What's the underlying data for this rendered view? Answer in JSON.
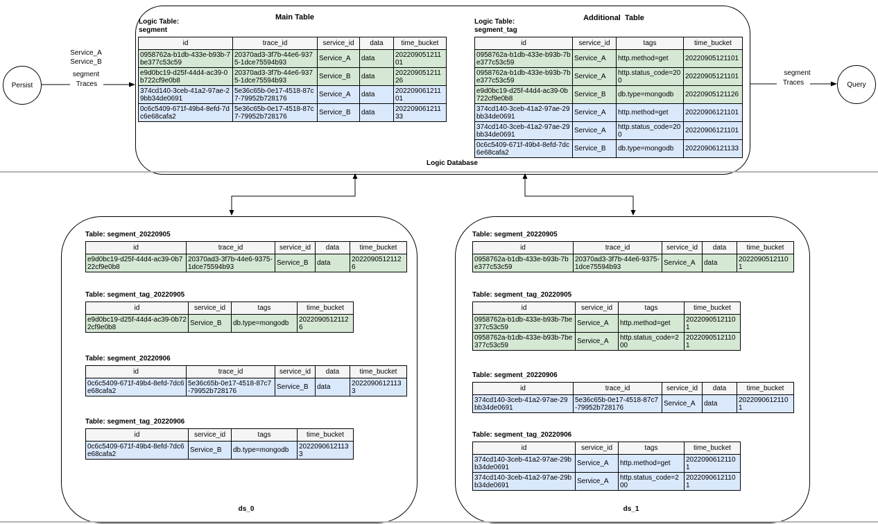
{
  "colors": {
    "row_green": "#d5e8d4",
    "row_blue": "#dae8fc",
    "header_fill": "#f5f5f5",
    "border": "#000000",
    "page_line": "#b3b3b3"
  },
  "persist_node": {
    "label": "Persist"
  },
  "query_node": {
    "label": "Query"
  },
  "persist_flow": {
    "line1": "Service_A",
    "line2": "Service_B",
    "line3": "segment",
    "edge_label": "Traces"
  },
  "query_flow": {
    "line1": "segment",
    "edge_label": "Traces"
  },
  "logic_database": {
    "caption": "Logic Database",
    "main": {
      "section_title": "Main Table",
      "logic_label": "Logic Table:",
      "logic_name": "segment",
      "table": {
        "headers": [
          "id",
          "trace_id",
          "service_id",
          "data",
          "time_bucket"
        ],
        "rows": [
          {
            "tint": "green",
            "cells": [
              "0958762a-b1db-433e-b93b-7be377c53c59",
              "20370ad3-3f7b-44e6-9375-1dce75594b93",
              "Service_A",
              "data",
              "20220905121101"
            ]
          },
          {
            "tint": "green",
            "cells": [
              "e9d0bc19-d25f-44d4-ac39-0b722cf9e0b8",
              "20370ad3-3f7b-44e6-9375-1dce75594b93",
              "Service_B",
              "data",
              "20220905121126"
            ]
          },
          {
            "tint": "blue",
            "cells": [
              "374cd140-3ceb-41a2-97ae-29bb34de0691",
              "5e36c65b-0e17-4518-87c7-79952b728176",
              "Service_A",
              "data",
              "20220906121101"
            ]
          },
          {
            "tint": "blue",
            "cells": [
              "0c6c5409-671f-49b4-8efd-7dc6e68cafa2",
              "5e36c65b-0e17-4518-87c7-79952b728176",
              "Service_B",
              "data",
              "20220906121133"
            ]
          }
        ]
      }
    },
    "additional": {
      "section_title": "Additional  Table",
      "logic_label": "Logic Table:",
      "logic_name": "segment_tag",
      "table": {
        "headers": [
          "id",
          "service_id",
          "tags",
          "time_bucket"
        ],
        "rows": [
          {
            "tint": "green",
            "cells": [
              "0958762a-b1db-433e-b93b-7be377c53c59",
              "Service_A",
              "http.method=get",
              "20220905121101"
            ]
          },
          {
            "tint": "green",
            "cells": [
              "0958762a-b1db-433e-b93b-7be377c53c59",
              "Service_A",
              "http.status_code=200",
              "20220905121101"
            ]
          },
          {
            "tint": "green",
            "cells": [
              "e9d0bc19-d25f-44d4-ac39-0b722cf9e0b8",
              "Service_B",
              "db.type=mongodb",
              "20220905121126"
            ]
          },
          {
            "tint": "blue",
            "cells": [
              "374cd140-3ceb-41a2-97ae-29bb34de0691",
              "Service_A",
              "http.method=get",
              "20220906121101"
            ]
          },
          {
            "tint": "blue",
            "cells": [
              "374cd140-3ceb-41a2-97ae-29bb34de0691",
              "Service_A",
              "http.status_code=200",
              "20220906121101"
            ]
          },
          {
            "tint": "blue",
            "cells": [
              "0c6c5409-671f-49b4-8efd-7dc6e68cafa2",
              "Service_B",
              "db.type=mongodb",
              "20220906121133"
            ]
          }
        ]
      }
    }
  },
  "ds_0": {
    "caption": "ds_0",
    "tables": [
      {
        "title": "Table: segment_20220905",
        "table": {
          "headers": [
            "id",
            "trace_id",
            "service_id",
            "data",
            "time_bucket"
          ],
          "rows": [
            {
              "tint": "green",
              "cells": [
                "e9d0bc19-d25f-44d4-ac39-0b722cf9e0b8",
                "20370ad3-3f7b-44e6-9375-1dce75594b93",
                "Service_B",
                "data",
                "20220905121126"
              ]
            }
          ]
        }
      },
      {
        "title": "Table: segment_tag_20220905",
        "table": {
          "headers": [
            "id",
            "service_id",
            "tags",
            "time_bucket"
          ],
          "rows": [
            {
              "tint": "green",
              "cells": [
                "e9d0bc19-d25f-44d4-ac39-0b722cf9e0b8",
                "Service_B",
                "db.type=mongodb",
                "20220905121126"
              ]
            }
          ]
        }
      },
      {
        "title": "Table: segment_20220906",
        "table": {
          "headers": [
            "id",
            "trace_id",
            "service_id",
            "data",
            "time_bucket"
          ],
          "rows": [
            {
              "tint": "blue",
              "cells": [
                "0c6c5409-671f-49b4-8efd-7dc6e68cafa2",
                "5e36c65b-0e17-4518-87c7-79952b728176",
                "Service_B",
                "data",
                "20220906121133"
              ]
            }
          ]
        }
      },
      {
        "title": "Table: segment_tag_20220906",
        "table": {
          "headers": [
            "id",
            "service_id",
            "tags",
            "time_bucket"
          ],
          "rows": [
            {
              "tint": "blue",
              "cells": [
                "0c6c5409-671f-49b4-8efd-7dc6e68cafa2",
                "Service_B",
                "db.type=mongodb",
                "20220906121133"
              ]
            }
          ]
        }
      }
    ]
  },
  "ds_1": {
    "caption": "ds_1",
    "tables": [
      {
        "title": "Table: segment_20220905",
        "table": {
          "headers": [
            "id",
            "trace_id",
            "service_id",
            "data",
            "time_bucket"
          ],
          "rows": [
            {
              "tint": "green",
              "cells": [
                "0958762a-b1db-433e-b93b-7be377c53c59",
                "20370ad3-3f7b-44e6-9375-1dce75594b93",
                "Service_A",
                "data",
                "20220905121101"
              ]
            }
          ]
        }
      },
      {
        "title": "Table: segment_tag_20220905",
        "table": {
          "headers": [
            "id",
            "service_id",
            "tags",
            "time_bucket"
          ],
          "rows": [
            {
              "tint": "green",
              "cells": [
                "0958762a-b1db-433e-b93b-7be377c53c59",
                "Service_A",
                "http.method=get",
                "20220905121101"
              ]
            },
            {
              "tint": "green",
              "cells": [
                "0958762a-b1db-433e-b93b-7be377c53c59",
                "Service_A",
                "http.status_code=200",
                "20220905121101"
              ]
            }
          ]
        }
      },
      {
        "title": "Table: segment_20220906",
        "table": {
          "headers": [
            "id",
            "trace_id",
            "service_id",
            "data",
            "time_bucket"
          ],
          "rows": [
            {
              "tint": "blue",
              "cells": [
                "374cd140-3ceb-41a2-97ae-29bb34de0691",
                "5e36c65b-0e17-4518-87c7-79952b728176",
                "Service_A",
                "data",
                "20220906121101"
              ]
            }
          ]
        }
      },
      {
        "title": "Table: segment_tag_20220906",
        "table": {
          "headers": [
            "id",
            "service_id",
            "tags",
            "time_bucket"
          ],
          "rows": [
            {
              "tint": "blue",
              "cells": [
                "374cd140-3ceb-41a2-97ae-29bb34de0691",
                "Service_A",
                "http.method=get",
                "20220906121101"
              ]
            },
            {
              "tint": "blue",
              "cells": [
                "374cd140-3ceb-41a2-97ae-29bb34de0691",
                "Service_A",
                "http.status_code=200",
                "20220906121101"
              ]
            }
          ]
        }
      }
    ]
  }
}
